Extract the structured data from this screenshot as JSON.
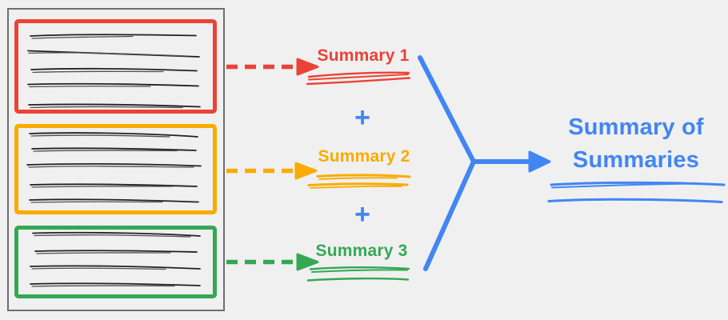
{
  "palette": {
    "red": "#EA4335",
    "orange": "#F9AB00",
    "green": "#34A853",
    "blue": "#4285F4",
    "ink": "#222222",
    "doc_border": "#6E6E6E",
    "background": "#F0F0F0"
  },
  "document": {
    "description": "source document split into three highlighted chunks",
    "chunks": [
      {
        "id": 1,
        "accent": "red",
        "text_scribble_lines": 5
      },
      {
        "id": 2,
        "accent": "orange",
        "text_scribble_lines": 5
      },
      {
        "id": 3,
        "accent": "green",
        "text_scribble_lines": 4
      }
    ]
  },
  "labels": {
    "summary1": "Summary 1",
    "summary2": "Summary 2",
    "summary3": "Summary 3",
    "plus1": "+",
    "plus2": "+",
    "final_line1": "Summary of",
    "final_line2": "Summaries"
  }
}
